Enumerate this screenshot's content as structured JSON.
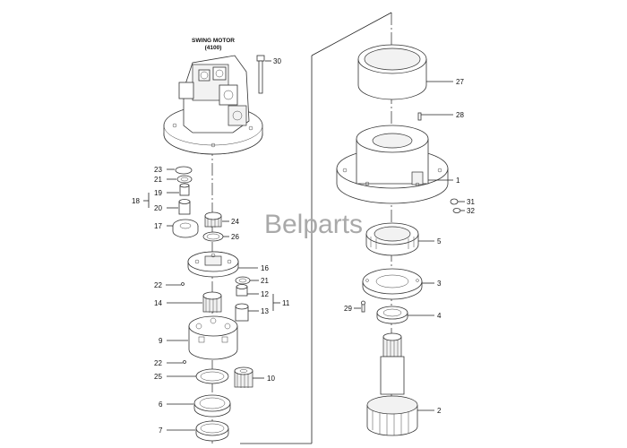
{
  "diagram": {
    "motor_title": "SWING MOTOR",
    "motor_code": "(4100)",
    "watermark": "Belparts",
    "callouts": {
      "c30": "30",
      "c23": "23",
      "c21a": "21",
      "c18": "18",
      "c19": "19",
      "c20": "20",
      "c24": "24",
      "c17": "17",
      "c26": "26",
      "c16": "16",
      "c22a": "22",
      "c21b": "21",
      "c12": "12",
      "c11": "11",
      "c14": "14",
      "c13": "13",
      "c9": "9",
      "c22b": "22",
      "c25": "25",
      "c10": "10",
      "c6": "6",
      "c7": "7",
      "c27": "27",
      "c28": "28",
      "c1": "1",
      "c31": "31",
      "c32": "32",
      "c5": "5",
      "c3": "3",
      "c29": "29",
      "c4": "4",
      "c2": "2"
    }
  }
}
